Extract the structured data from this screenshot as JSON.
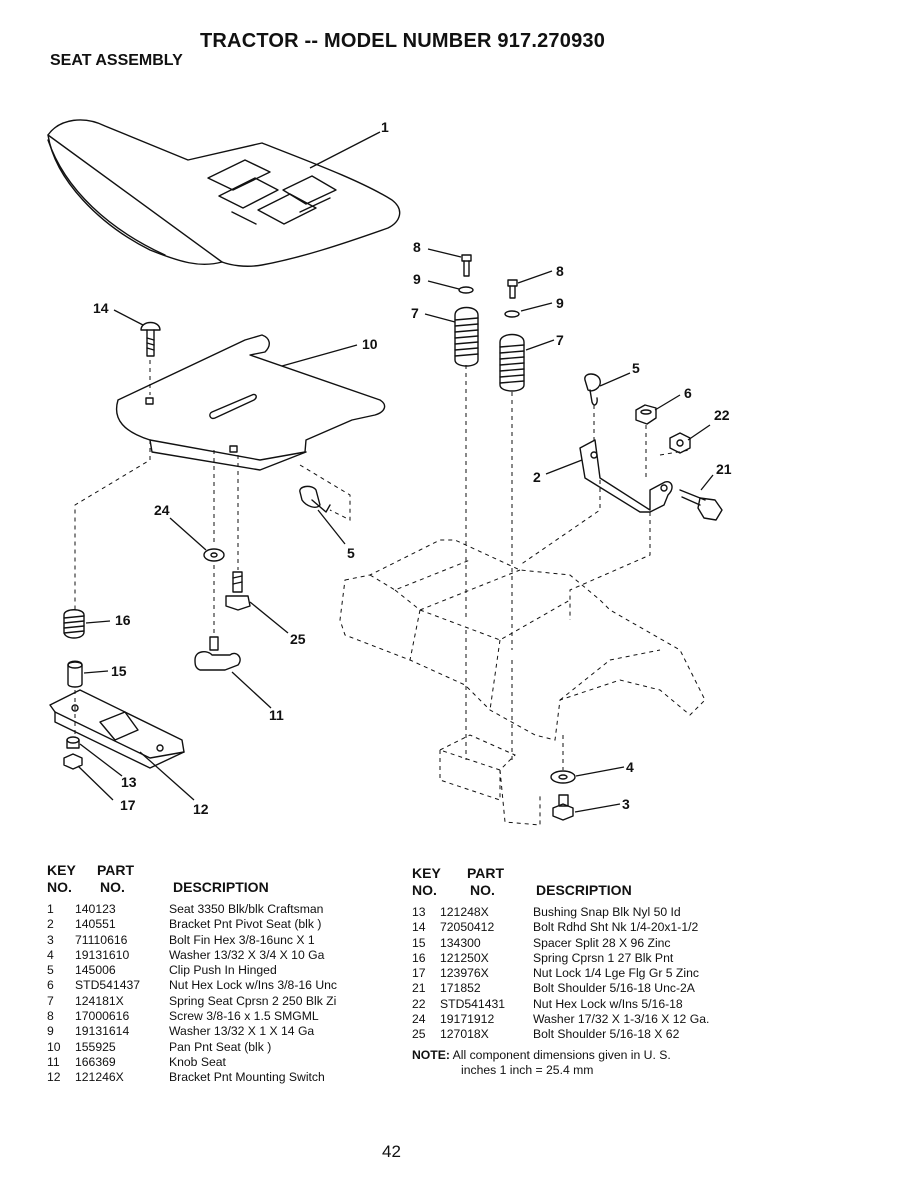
{
  "header": {
    "title": "TRACTOR -- MODEL NUMBER 917.270930",
    "subtitle": "SEAT ASSEMBLY"
  },
  "diagram": {
    "callouts": {
      "c1": "1",
      "c2": "2",
      "c3": "3",
      "c4": "4",
      "c5a": "5",
      "c5b": "5",
      "c6": "6",
      "c7a": "7",
      "c7b": "7",
      "c8a": "8",
      "c8b": "8",
      "c9a": "9",
      "c9b": "9",
      "c10": "10",
      "c11": "11",
      "c12": "12",
      "c13": "13",
      "c14": "14",
      "c15": "15",
      "c16": "16",
      "c17": "17",
      "c21": "21",
      "c22": "22",
      "c24": "24",
      "c25": "25"
    }
  },
  "table_headers": {
    "key_top": "KEY",
    "key_bottom": "NO.",
    "part_top": "PART",
    "part_bottom": "NO.",
    "description": "DESCRIPTION"
  },
  "parts_left": [
    {
      "key": "1",
      "part": "140123",
      "desc": "Seat 3350 Blk/blk Craftsman"
    },
    {
      "key": "2",
      "part": "140551",
      "desc": "Bracket Pnt Pivot Seat (blk )"
    },
    {
      "key": "3",
      "part": "71110616",
      "desc": "Bolt Fin Hex 3/8-16unc X 1"
    },
    {
      "key": "4",
      "part": "19131610",
      "desc": "Washer 13/32 X 3/4 X 10 Ga"
    },
    {
      "key": "5",
      "part": "145006",
      "desc": "Clip Push In Hinged"
    },
    {
      "key": "6",
      "part": "STD541437",
      "desc": "Nut Hex Lock w/Ins 3/8-16 Unc"
    },
    {
      "key": "7",
      "part": "124181X",
      "desc": "Spring Seat Cprsn 2 250 Blk Zi"
    },
    {
      "key": "8",
      "part": "17000616",
      "desc": "Screw 3/8-16 x 1.5 SMGML"
    },
    {
      "key": "9",
      "part": "19131614",
      "desc": "Washer 13/32 X 1 X 14 Ga"
    },
    {
      "key": "10",
      "part": "155925",
      "desc": "Pan Pnt Seat (blk )"
    },
    {
      "key": "11",
      "part": "166369",
      "desc": "Knob Seat"
    },
    {
      "key": "12",
      "part": "121246X",
      "desc": "Bracket Pnt Mounting Switch"
    }
  ],
  "parts_right": [
    {
      "key": "13",
      "part": "121248X",
      "desc": "Bushing Snap Blk Nyl 50 Id"
    },
    {
      "key": "14",
      "part": "72050412",
      "desc": "Bolt Rdhd Sht Nk 1/4-20x1-1/2"
    },
    {
      "key": "15",
      "part": "134300",
      "desc": "Spacer Split 28 X 96 Zinc"
    },
    {
      "key": "16",
      "part": "121250X",
      "desc": "Spring Cprsn 1 27 Blk Pnt"
    },
    {
      "key": "17",
      "part": "123976X",
      "desc": "Nut Lock 1/4 Lge Flg Gr 5 Zinc"
    },
    {
      "key": "21",
      "part": "171852",
      "desc": "Bolt Shoulder 5/16-18 Unc-2A"
    },
    {
      "key": "22",
      "part": "STD541431",
      "desc": "Nut Hex Lock w/Ins 5/16-18"
    },
    {
      "key": "24",
      "part": "19171912",
      "desc": "Washer 17/32 X 1-3/16 X 12 Ga."
    },
    {
      "key": "25",
      "part": "127018X",
      "desc": "Bolt Shoulder 5/16-18 X 62"
    }
  ],
  "note": {
    "label": "NOTE:",
    "line1": "All component dimensions given in U. S.",
    "line2": "inches 1 inch = 25.4 mm"
  },
  "page_number": "42"
}
